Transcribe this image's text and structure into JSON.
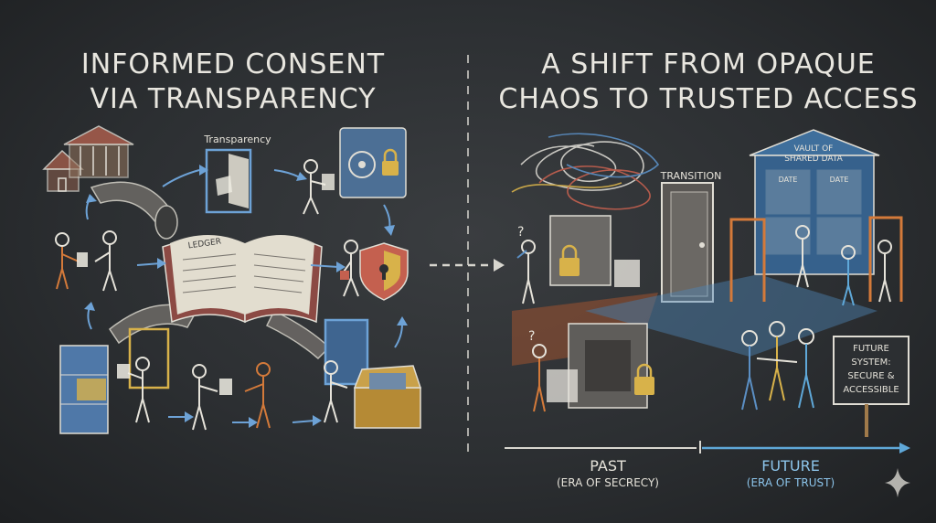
{
  "left_panel": {
    "title_line1": "INFORMED CONSENT",
    "title_line2": "VIA TRANSPARENCY",
    "transparency_label": "Transparency",
    "ledger_label": "LEDGER"
  },
  "right_panel": {
    "title_line1": "A SHIFT FROM OPAQUE",
    "title_line2": "CHAOS TO TRUSTED ACCESS",
    "transition_label": "TRANSITION",
    "vault_label_line1": "VAULT OF",
    "vault_label_line2": "SHARED DATA",
    "date_label": "DATE",
    "sign_line1": "FUTURE",
    "sign_line2": "SYSTEM:",
    "sign_line3": "SECURE &",
    "sign_line4": "ACCESSIBLE",
    "timeline": {
      "past_label": "PAST",
      "past_sub": "(ERA OF SECRECY)",
      "future_label": "FUTURE",
      "future_sub": "(ERA OF TRUST)"
    }
  },
  "colors": {
    "chalk_white": "#e8e6df",
    "chalk_blue": "#5b8fc4",
    "chalk_red": "#c4604f",
    "chalk_yellow": "#d8b24a",
    "chalk_orange": "#d47a3a",
    "future_blue": "#5fa8d8"
  },
  "icons": [
    "house-icon",
    "bank-icon",
    "door-icon",
    "safe-icon",
    "shield-icon",
    "lock-icon",
    "book-icon",
    "cabinet-icon",
    "chest-icon",
    "vault-building-icon",
    "sparkle-icon"
  ]
}
